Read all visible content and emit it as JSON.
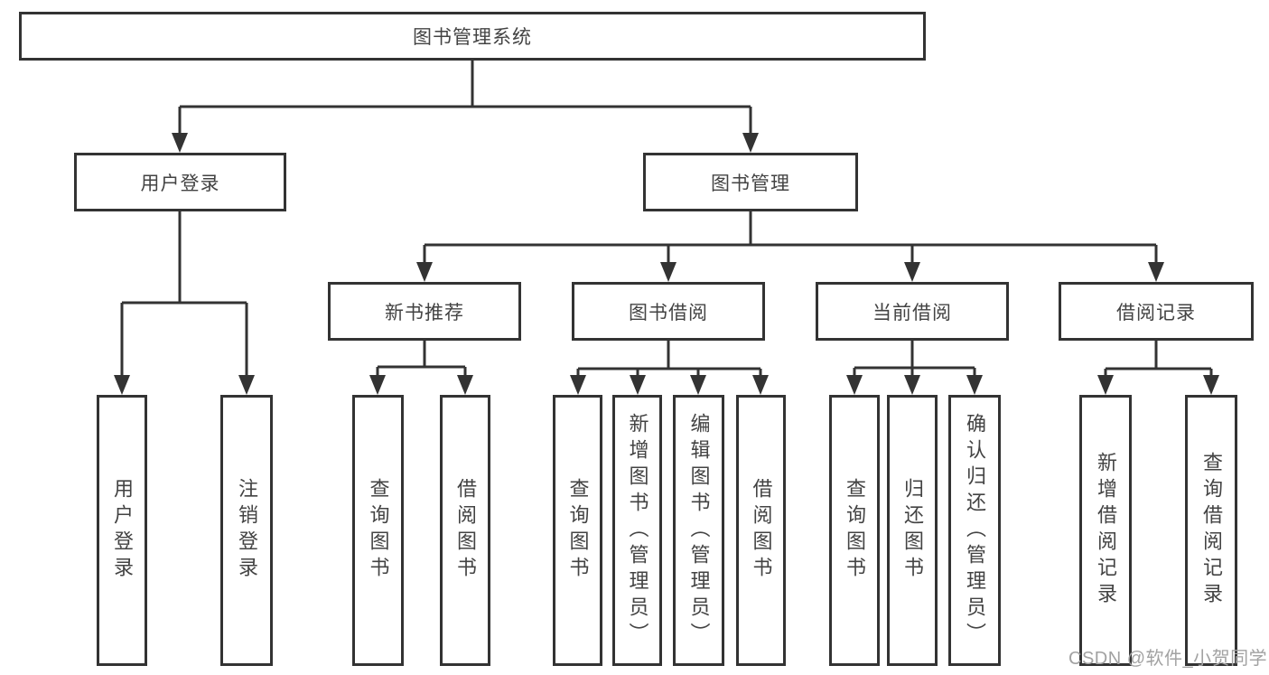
{
  "tree": {
    "root": {
      "label": "图书管理系统"
    },
    "branches": [
      {
        "label": "用户登录",
        "children": [
          {
            "label": "用户登录"
          },
          {
            "label": "注销登录"
          }
        ]
      },
      {
        "label": "图书管理",
        "children": [
          {
            "label": "新书推荐",
            "children": [
              {
                "label": "查询图书"
              },
              {
                "label": "借阅图书"
              }
            ]
          },
          {
            "label": "图书借阅",
            "children": [
              {
                "label": "查询图书"
              },
              {
                "label": "新增图书（管理员）"
              },
              {
                "label": "编辑图书（管理员）"
              },
              {
                "label": "借阅图书"
              }
            ]
          },
          {
            "label": "当前借阅",
            "children": [
              {
                "label": "查询图书"
              },
              {
                "label": "归还图书"
              },
              {
                "label": "确认归还（管理员）"
              }
            ]
          },
          {
            "label": "借阅记录",
            "children": [
              {
                "label": "新增借阅记录"
              },
              {
                "label": "查询借阅记录"
              }
            ]
          }
        ]
      }
    ]
  },
  "watermark": "CSDN @软件_小贺同学",
  "colors": {
    "line": "#333333",
    "text": "#434343",
    "bg": "#ffffff",
    "watermark": "#a2a2a2"
  }
}
